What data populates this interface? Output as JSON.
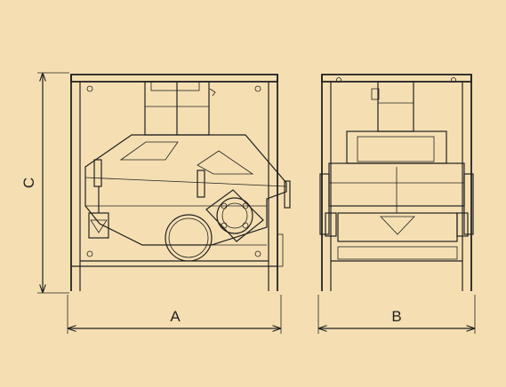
{
  "diagram": {
    "dimension_labels": {
      "width_front": "A",
      "width_side": "B",
      "height": "C"
    },
    "colors": {
      "background": "#f5dfb2",
      "line": "#222222"
    }
  }
}
